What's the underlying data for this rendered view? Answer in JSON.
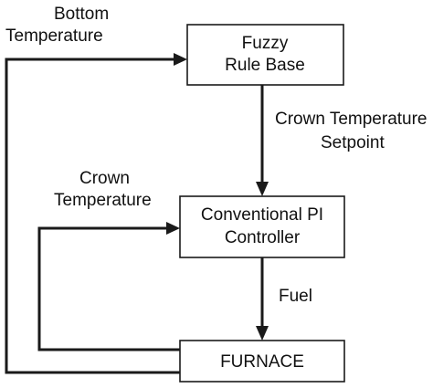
{
  "boxes": {
    "fuzzy": {
      "line1": "Fuzzy",
      "line2": "Rule Base"
    },
    "controller": {
      "line1": "Conventional PI",
      "line2": "Controller"
    },
    "furnace": {
      "line1": "FURNACE"
    }
  },
  "labels": {
    "bottom_temperature": {
      "line1": "Bottom",
      "line2": "Temperature"
    },
    "crown_temperature": {
      "line1": "Crown",
      "line2": "Temperature"
    },
    "crown_setpoint": {
      "line1": "Crown Temperature",
      "line2": "Setpoint"
    },
    "fuel": {
      "line1": "Fuel"
    }
  }
}
